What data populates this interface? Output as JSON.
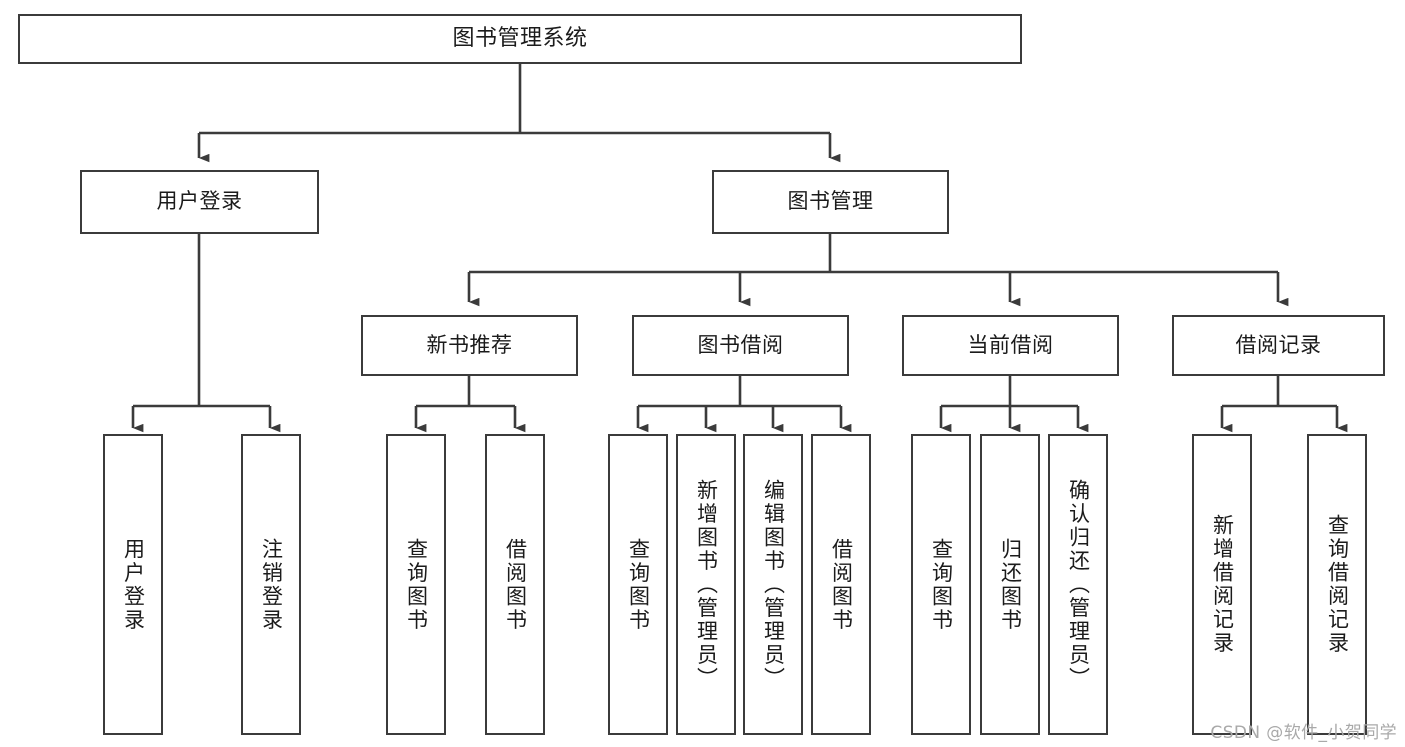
{
  "diagram": {
    "type": "hierarchy-tree",
    "title": "图书管理系统",
    "watermark": "CSDN @软件_小贺同学",
    "colors": {
      "stroke": "#3b3b3b",
      "background": "#ffffff",
      "text": "#1b1b1b",
      "watermark": "#a9a9a9"
    },
    "root": {
      "label": "图书管理系统"
    },
    "level2": [
      {
        "label": "用户登录"
      },
      {
        "label": "图书管理"
      }
    ],
    "level3": [
      {
        "label": "新书推荐"
      },
      {
        "label": "图书借阅"
      },
      {
        "label": "当前借阅"
      },
      {
        "label": "借阅记录"
      }
    ],
    "leaves": {
      "user_login": [
        {
          "label": "用户登录"
        },
        {
          "label": "注销登录"
        }
      ],
      "new_book_recommend": [
        {
          "label": "查询图书"
        },
        {
          "label": "借阅图书"
        }
      ],
      "book_borrow": [
        {
          "label": "查询图书"
        },
        {
          "label": "新增图书（管理员）"
        },
        {
          "label": "编辑图书（管理员）"
        },
        {
          "label": "借阅图书"
        }
      ],
      "current_borrow": [
        {
          "label": "查询图书"
        },
        {
          "label": "归还图书"
        },
        {
          "label": "确认归还（管理员）"
        }
      ],
      "borrow_record": [
        {
          "label": "新增借阅记录"
        },
        {
          "label": "查询借阅记录"
        }
      ]
    }
  }
}
